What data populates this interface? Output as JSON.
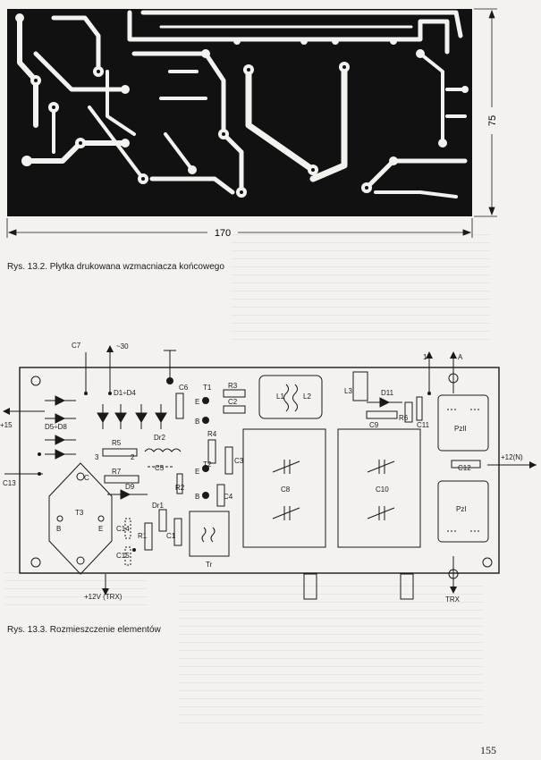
{
  "figure1": {
    "caption": "Rys. 13.2. Płytka drukowana wzmacniacza końcowego",
    "dim_width": "170",
    "dim_height": "75"
  },
  "figure2": {
    "caption": "Rys. 13.3. Rozmieszczenie elementów",
    "labels": {
      "c7": "C7",
      "ac30": "~30",
      "d1d4": "D1÷D4",
      "c6": "C6",
      "t1": "T1",
      "e1": "E",
      "b1": "B",
      "r3": "R3",
      "c2": "C2",
      "l1": "L1",
      "l2": "L2",
      "l3": "L3",
      "d11": "D11",
      "c9": "C9",
      "r6": "R6",
      "c11": "C11",
      "one": "1",
      "a": "A",
      "pz2": "PzII",
      "pz1": "PzI",
      "plus15": "+15",
      "d5d8": "D5÷D8",
      "r5": "R5",
      "dr2": "Dr2",
      "three": "3",
      "two": "2",
      "r7": "R7",
      "c5": "C5",
      "r4": "R4",
      "c3": "C3",
      "t2": "T2",
      "e2": "E",
      "b2": "B",
      "c4": "C4",
      "d9": "D9",
      "r2": "R2",
      "dr1": "Dr1",
      "c13": "C13",
      "c": "C",
      "t3": "T3",
      "b3": "B",
      "e3": "E",
      "c14": "C14",
      "c15": "C15",
      "r1": "R1",
      "c1": "C1",
      "tr": "Tr",
      "c8": "C8",
      "c10": "C10",
      "c12": "C12",
      "plus12n": "+12(N)",
      "plus12trx": "+12V (TRX)",
      "trx": "TRX"
    }
  },
  "page_number": "155"
}
